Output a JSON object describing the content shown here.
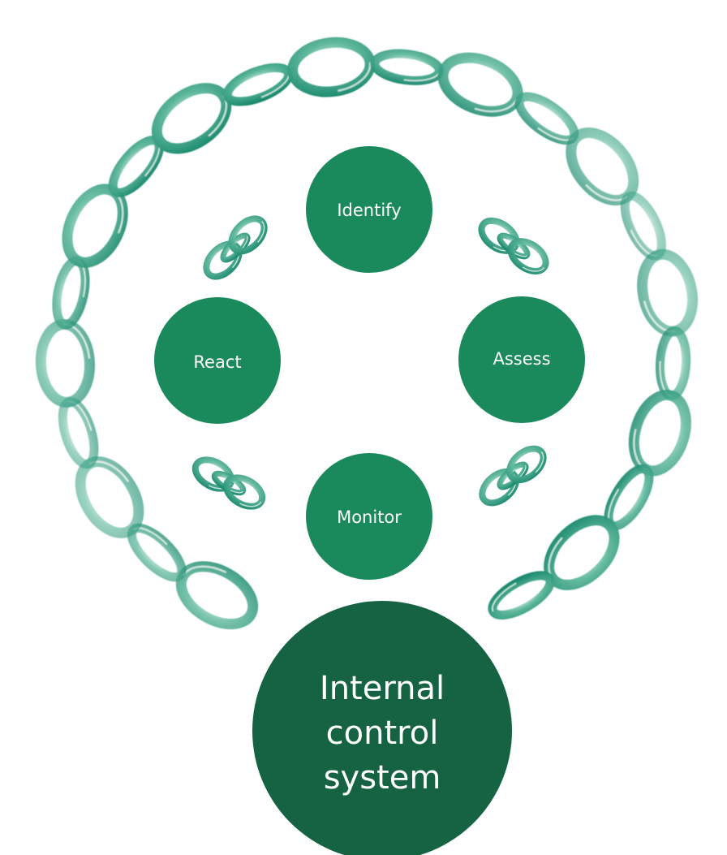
{
  "diagram": {
    "cycle_steps": [
      {
        "key": "identify",
        "label": "Identify"
      },
      {
        "key": "assess",
        "label": "Assess"
      },
      {
        "key": "monitor",
        "label": "Monitor"
      },
      {
        "key": "react",
        "label": "React"
      }
    ],
    "center": {
      "lines": [
        "Internal",
        "control",
        "system"
      ]
    }
  },
  "colors": {
    "node": "#1a8a5c",
    "center_node": "#156342",
    "chain_dark": "#1a8a6e",
    "chain_light": "#e6f4ef"
  },
  "icons": {
    "chain": "chain-link-icon"
  }
}
